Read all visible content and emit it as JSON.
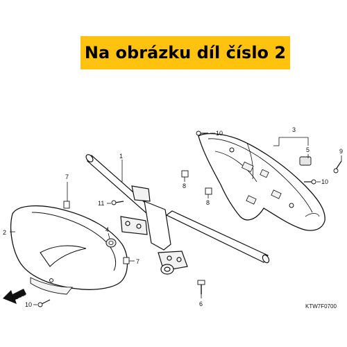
{
  "banner": {
    "text": "Na obrázku díl číslo 2"
  },
  "callouts": [
    {
      "id": "c1",
      "text": "1"
    },
    {
      "id": "c2",
      "text": "2"
    },
    {
      "id": "c3",
      "text": "3"
    },
    {
      "id": "c4",
      "text": "4"
    },
    {
      "id": "c5",
      "text": "5"
    },
    {
      "id": "c6",
      "text": "6"
    },
    {
      "id": "c7a",
      "text": "7"
    },
    {
      "id": "c7b",
      "text": "7"
    },
    {
      "id": "c8a",
      "text": "8"
    },
    {
      "id": "c8b",
      "text": "8"
    },
    {
      "id": "c9",
      "text": "9"
    },
    {
      "id": "c10a",
      "text": "10"
    },
    {
      "id": "c10b",
      "text": "10"
    },
    {
      "id": "c10c",
      "text": "10"
    },
    {
      "id": "c11",
      "text": "11"
    }
  ],
  "direction_label": "FR.",
  "diagram_code": "KTW7F0700",
  "colors": {
    "banner": "#FFC20E",
    "line": "#111111",
    "shade": "#e6e6e6"
  }
}
